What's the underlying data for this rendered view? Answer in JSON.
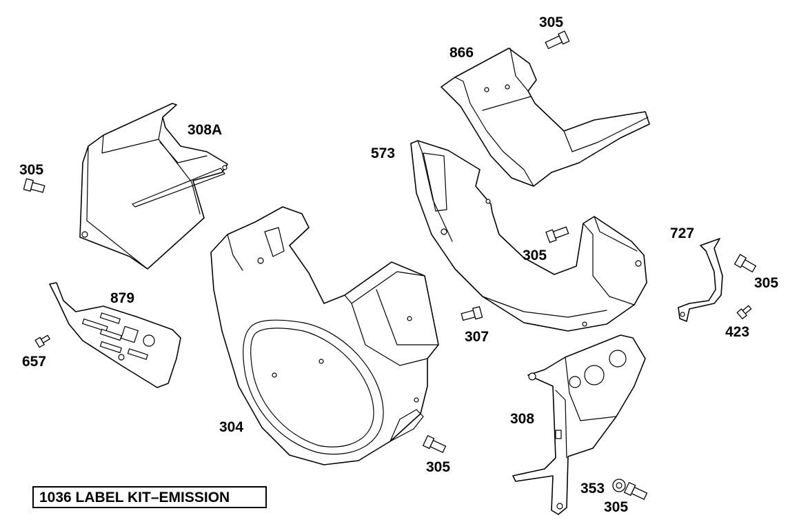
{
  "labels": {
    "l305_a": "305",
    "l866": "866",
    "l308a": "308A",
    "l305_b": "305",
    "l573": "573",
    "l727": "727",
    "l305_c": "305",
    "l305_d": "305",
    "l879": "879",
    "l307": "307",
    "l423": "423",
    "l657": "657",
    "l304": "304",
    "l308": "308",
    "l305_e": "305",
    "l353": "353",
    "l305_f": "305"
  },
  "kit": {
    "text": "1036 LABEL KIT–EMISSION"
  }
}
